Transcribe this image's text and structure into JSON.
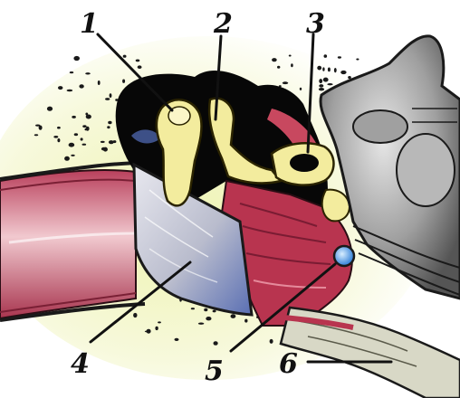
{
  "labels": {
    "l1": "1",
    "l2": "2",
    "l3": "3",
    "l4": "4",
    "l5": "5",
    "l6": "6"
  },
  "colors": {
    "background_glow": "#f4f7c8",
    "canal": "#c9506a",
    "canal_light": "#f1c9cf",
    "cavity": "#070707",
    "ossicle": "#f3ec9e",
    "eardrum": "#c9c9d6",
    "eardrum_blue": "#5a6fb3",
    "inner_ear": "#9a9a9a",
    "tube": "#d8d8c6",
    "window_blue": "#3d8ee0"
  },
  "parts": [
    "outer-ear-canal",
    "eardrum",
    "middle-ear-cavity",
    "malleus",
    "incus",
    "stapes",
    "round-window",
    "inner-ear",
    "eustachian-tube"
  ]
}
